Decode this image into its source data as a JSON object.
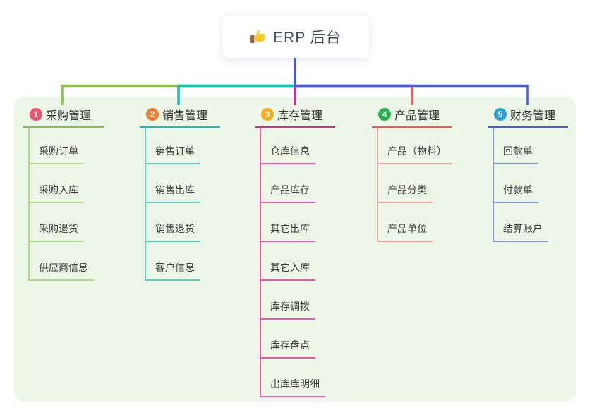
{
  "root": {
    "title": "ERP 后台",
    "icon": "thumbs-up-icon"
  },
  "colors": {
    "panel_background": "#ecf7e8",
    "root_stem": "#4a5bd2",
    "branch_1_line": "#8cc152",
    "branch_1_subline": "#b4d88c",
    "branch_1_badge": "#f4506c",
    "branch_2_line": "#18bcb0",
    "branch_2_subline": "#5ecec3",
    "branch_2_badge": "#f57a31",
    "branch_3_line": "#ce2e9e",
    "branch_3_subline": "#f055b4",
    "branch_3_badge": "#f8ae1d",
    "branch_4_line": "#f45858",
    "branch_4_subline": "#f9a1a1",
    "branch_4_badge": "#27b24e",
    "branch_5_line": "#4a5bd2",
    "branch_5_subline": "#8396da",
    "branch_5_badge": "#2ba0dd"
  },
  "branches": [
    {
      "index": "1",
      "title": "采购管理",
      "items": [
        "采购订单",
        "采购入库",
        "采购退货",
        "供应商信息"
      ]
    },
    {
      "index": "2",
      "title": "销售管理",
      "items": [
        "销售订单",
        "销售出库",
        "销售退货",
        "客户信息"
      ]
    },
    {
      "index": "3",
      "title": "库存管理",
      "items": [
        "仓库信息",
        "产品库存",
        "其它出库",
        "其它入库",
        "库存调拨",
        "库存盘点",
        "出库库明细"
      ]
    },
    {
      "index": "4",
      "title": "产品管理",
      "items": [
        "产品（物料）",
        "产品分类",
        "产品单位"
      ]
    },
    {
      "index": "5",
      "title": "财务管理",
      "items": [
        "回款单",
        "付款单",
        "结算账户"
      ]
    }
  ]
}
